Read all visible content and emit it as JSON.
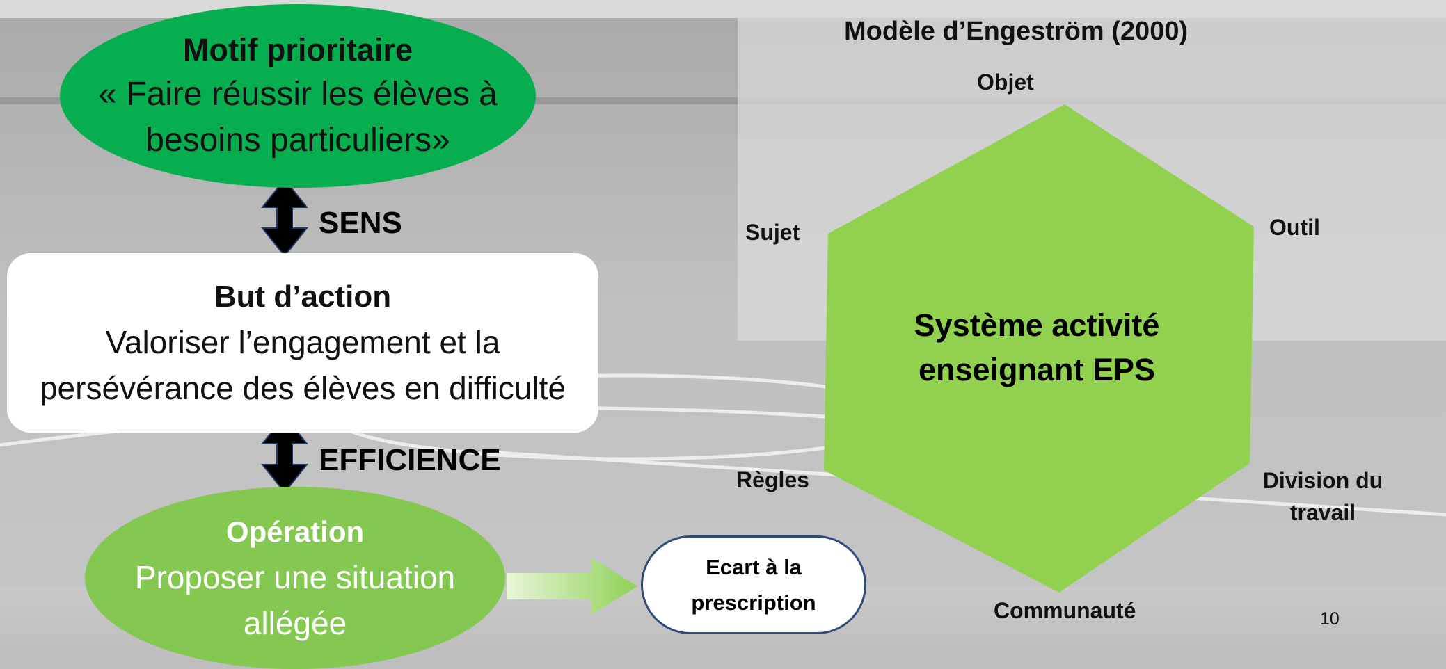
{
  "motif": {
    "title": "Motif prioritaire",
    "line1": "« Faire réussir les élèves à",
    "line2": "besoins particuliers»"
  },
  "sens_label": "SENS",
  "but": {
    "title": "But d’action",
    "line1": "Valoriser l’engagement et la",
    "line2": "persévérance des élèves en difficulté"
  },
  "efficience_label": "EFFICIENCE",
  "operation": {
    "title": "Opération",
    "line1": "Proposer une situation",
    "line2": "allégée"
  },
  "ecart": {
    "line1": "Ecart à la",
    "line2": "prescription"
  },
  "model_title": "Modèle d’Engeström (2000)",
  "hexagon": {
    "line1": "Système activité",
    "line2": "enseignant EPS"
  },
  "labels": {
    "objet": "Objet",
    "sujet": "Sujet",
    "outil": "Outil",
    "regles": "Règles",
    "division1": "Division du",
    "division2": "travail",
    "communaute": "Communauté"
  },
  "page_number": "10",
  "colors": {
    "motif": "#07ae4f",
    "operation": "#85c851",
    "hexagon": "#92d050",
    "arrow": "#000000",
    "ecart_border": "#2f4b7c"
  }
}
